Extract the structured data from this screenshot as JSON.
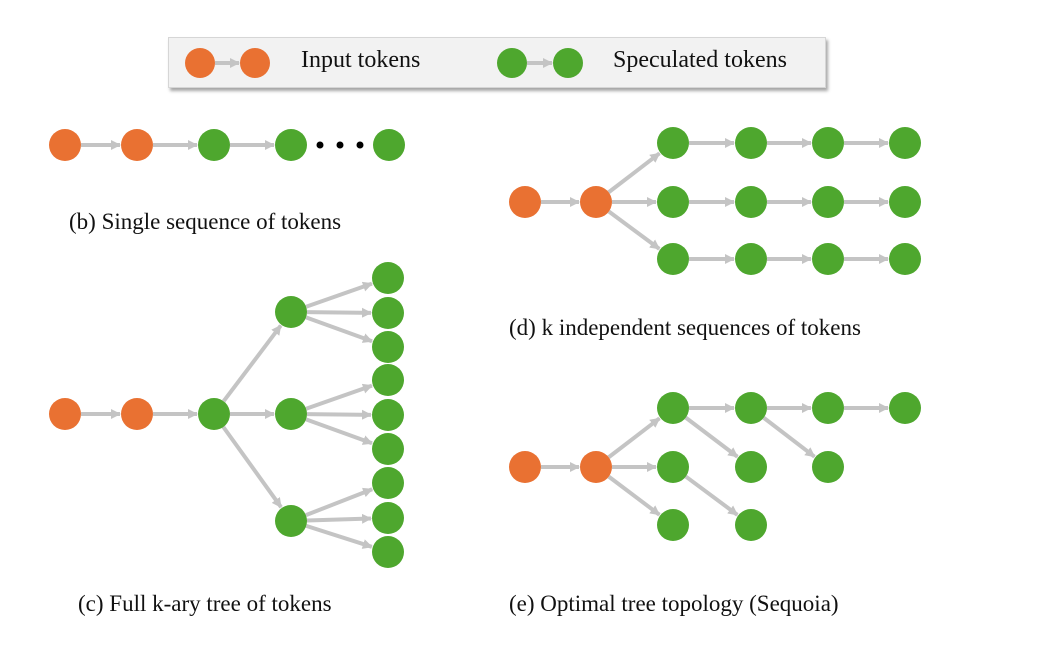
{
  "colors": {
    "input_token": "#e97132",
    "speculated_token": "#4ea72e",
    "edge": "#c4c4c4",
    "ellipsis": "#000000"
  },
  "legend": {
    "items": [
      {
        "label": "Input tokens",
        "kind": "input"
      },
      {
        "label": "Speculated tokens",
        "kind": "speculated"
      }
    ]
  },
  "panels": {
    "b": {
      "caption": "(b) Single sequence of tokens",
      "nodes": [
        "input",
        "input",
        "speculated",
        "speculated",
        "ellipsis",
        "speculated"
      ]
    },
    "c": {
      "caption": "(c) Full k-ary tree of tokens",
      "structure": "2 input tokens, then a speculated root with 3 children, each with 3 children (9 leaves)"
    },
    "d": {
      "caption": "(d) k independent sequences of tokens",
      "structure": "2 input tokens, then 3 independent chains of 4 speculated tokens"
    },
    "e": {
      "caption": "(e) Optimal tree topology (Sequoia)",
      "structure": "2 input tokens, then an irregular speculated tree of 9 tokens"
    }
  }
}
